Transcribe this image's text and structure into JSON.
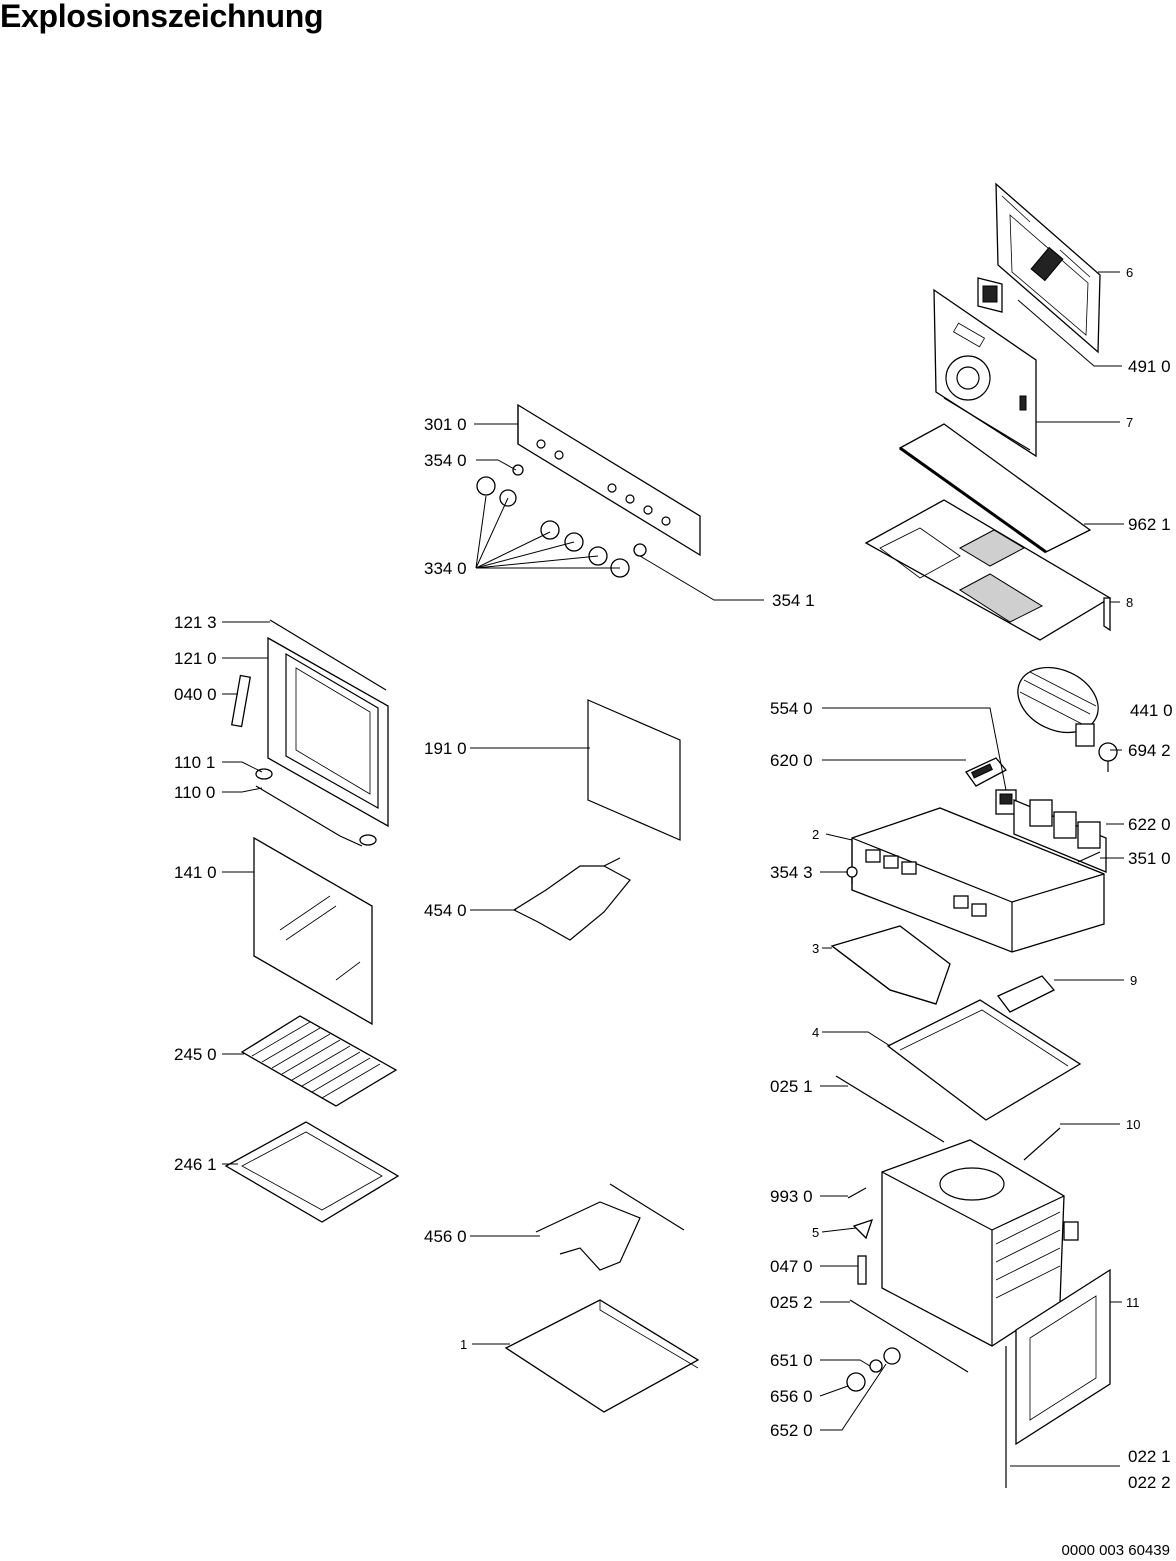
{
  "title": "Explosionszeichnung",
  "drawing_number": "0000 003 60439",
  "labels": {
    "p6": "6",
    "p4910": "491 0",
    "p7": "7",
    "p9621": "962 1",
    "p8": "8",
    "p3010": "301 0",
    "p3540": "354 0",
    "p3340": "334 0",
    "p3541": "354 1",
    "p1213": "121 3",
    "p1210": "121 0",
    "p0400": "040 0",
    "p1101": "110 1",
    "p1100": "110 0",
    "p1410": "141 0",
    "p2450": "245 0",
    "p2461": "246 1",
    "p1910": "191 0",
    "p4540": "454 0",
    "p4560": "456 0",
    "p1": "1",
    "p4410": "441 0",
    "p5540": "554 0",
    "p6942": "694 2",
    "p6200": "620 0",
    "p6220": "622 0",
    "p2": "2",
    "p3510": "351 0",
    "p3543": "354 3",
    "p3": "3",
    "p9": "9",
    "p4": "4",
    "p0251": "025 1",
    "p10": "10",
    "p9930": "993 0",
    "p5": "5",
    "p0470": "047 0",
    "p0252": "025 2",
    "p11": "11",
    "p6510": "651 0",
    "p6560": "656 0",
    "p6520": "652 0",
    "p0221": "022 1",
    "p0222": "022 2"
  }
}
